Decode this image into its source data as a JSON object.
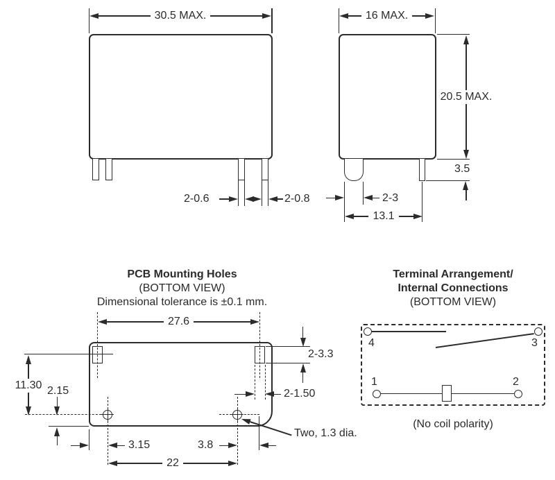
{
  "front_view": {
    "dim_width": "30.5 MAX.",
    "dim_pin_a": "2-0.6",
    "dim_pin_b": "2-0.8"
  },
  "side_view": {
    "dim_width": "16 MAX.",
    "dim_height": "20.5 MAX.",
    "dim_pin_length": "3.5",
    "dim_pin_width": "2-3",
    "dim_pin_span": "13.1"
  },
  "pcb_view": {
    "title": "PCB Mounting Holes",
    "subtitle": "(BOTTOM VIEW)",
    "note": "Dimensional tolerance is ±0.1 mm.",
    "dim_slot_span": "27.6",
    "dim_slot_height": "2-3.3",
    "dim_slot_width": "2-1.50",
    "dim_slot_to_hole": "11.30",
    "dim_hole_to_edge": "2.15",
    "dim_edge_to_hole": "3.15",
    "dim_hole_to_slot": "3.8",
    "dim_hole_span": "22",
    "hole_label": "Two, 1.3 dia."
  },
  "terminal_view": {
    "title1": "Terminal Arrangement/",
    "title2": "Internal Connections",
    "subtitle": "(BOTTOM VIEW)",
    "t1": "1",
    "t2": "2",
    "t3": "3",
    "t4": "4",
    "note": "(No coil polarity)"
  },
  "colors": {
    "line": "#2b2b2b",
    "text": "#2b2b2b",
    "background": "#ffffff"
  }
}
